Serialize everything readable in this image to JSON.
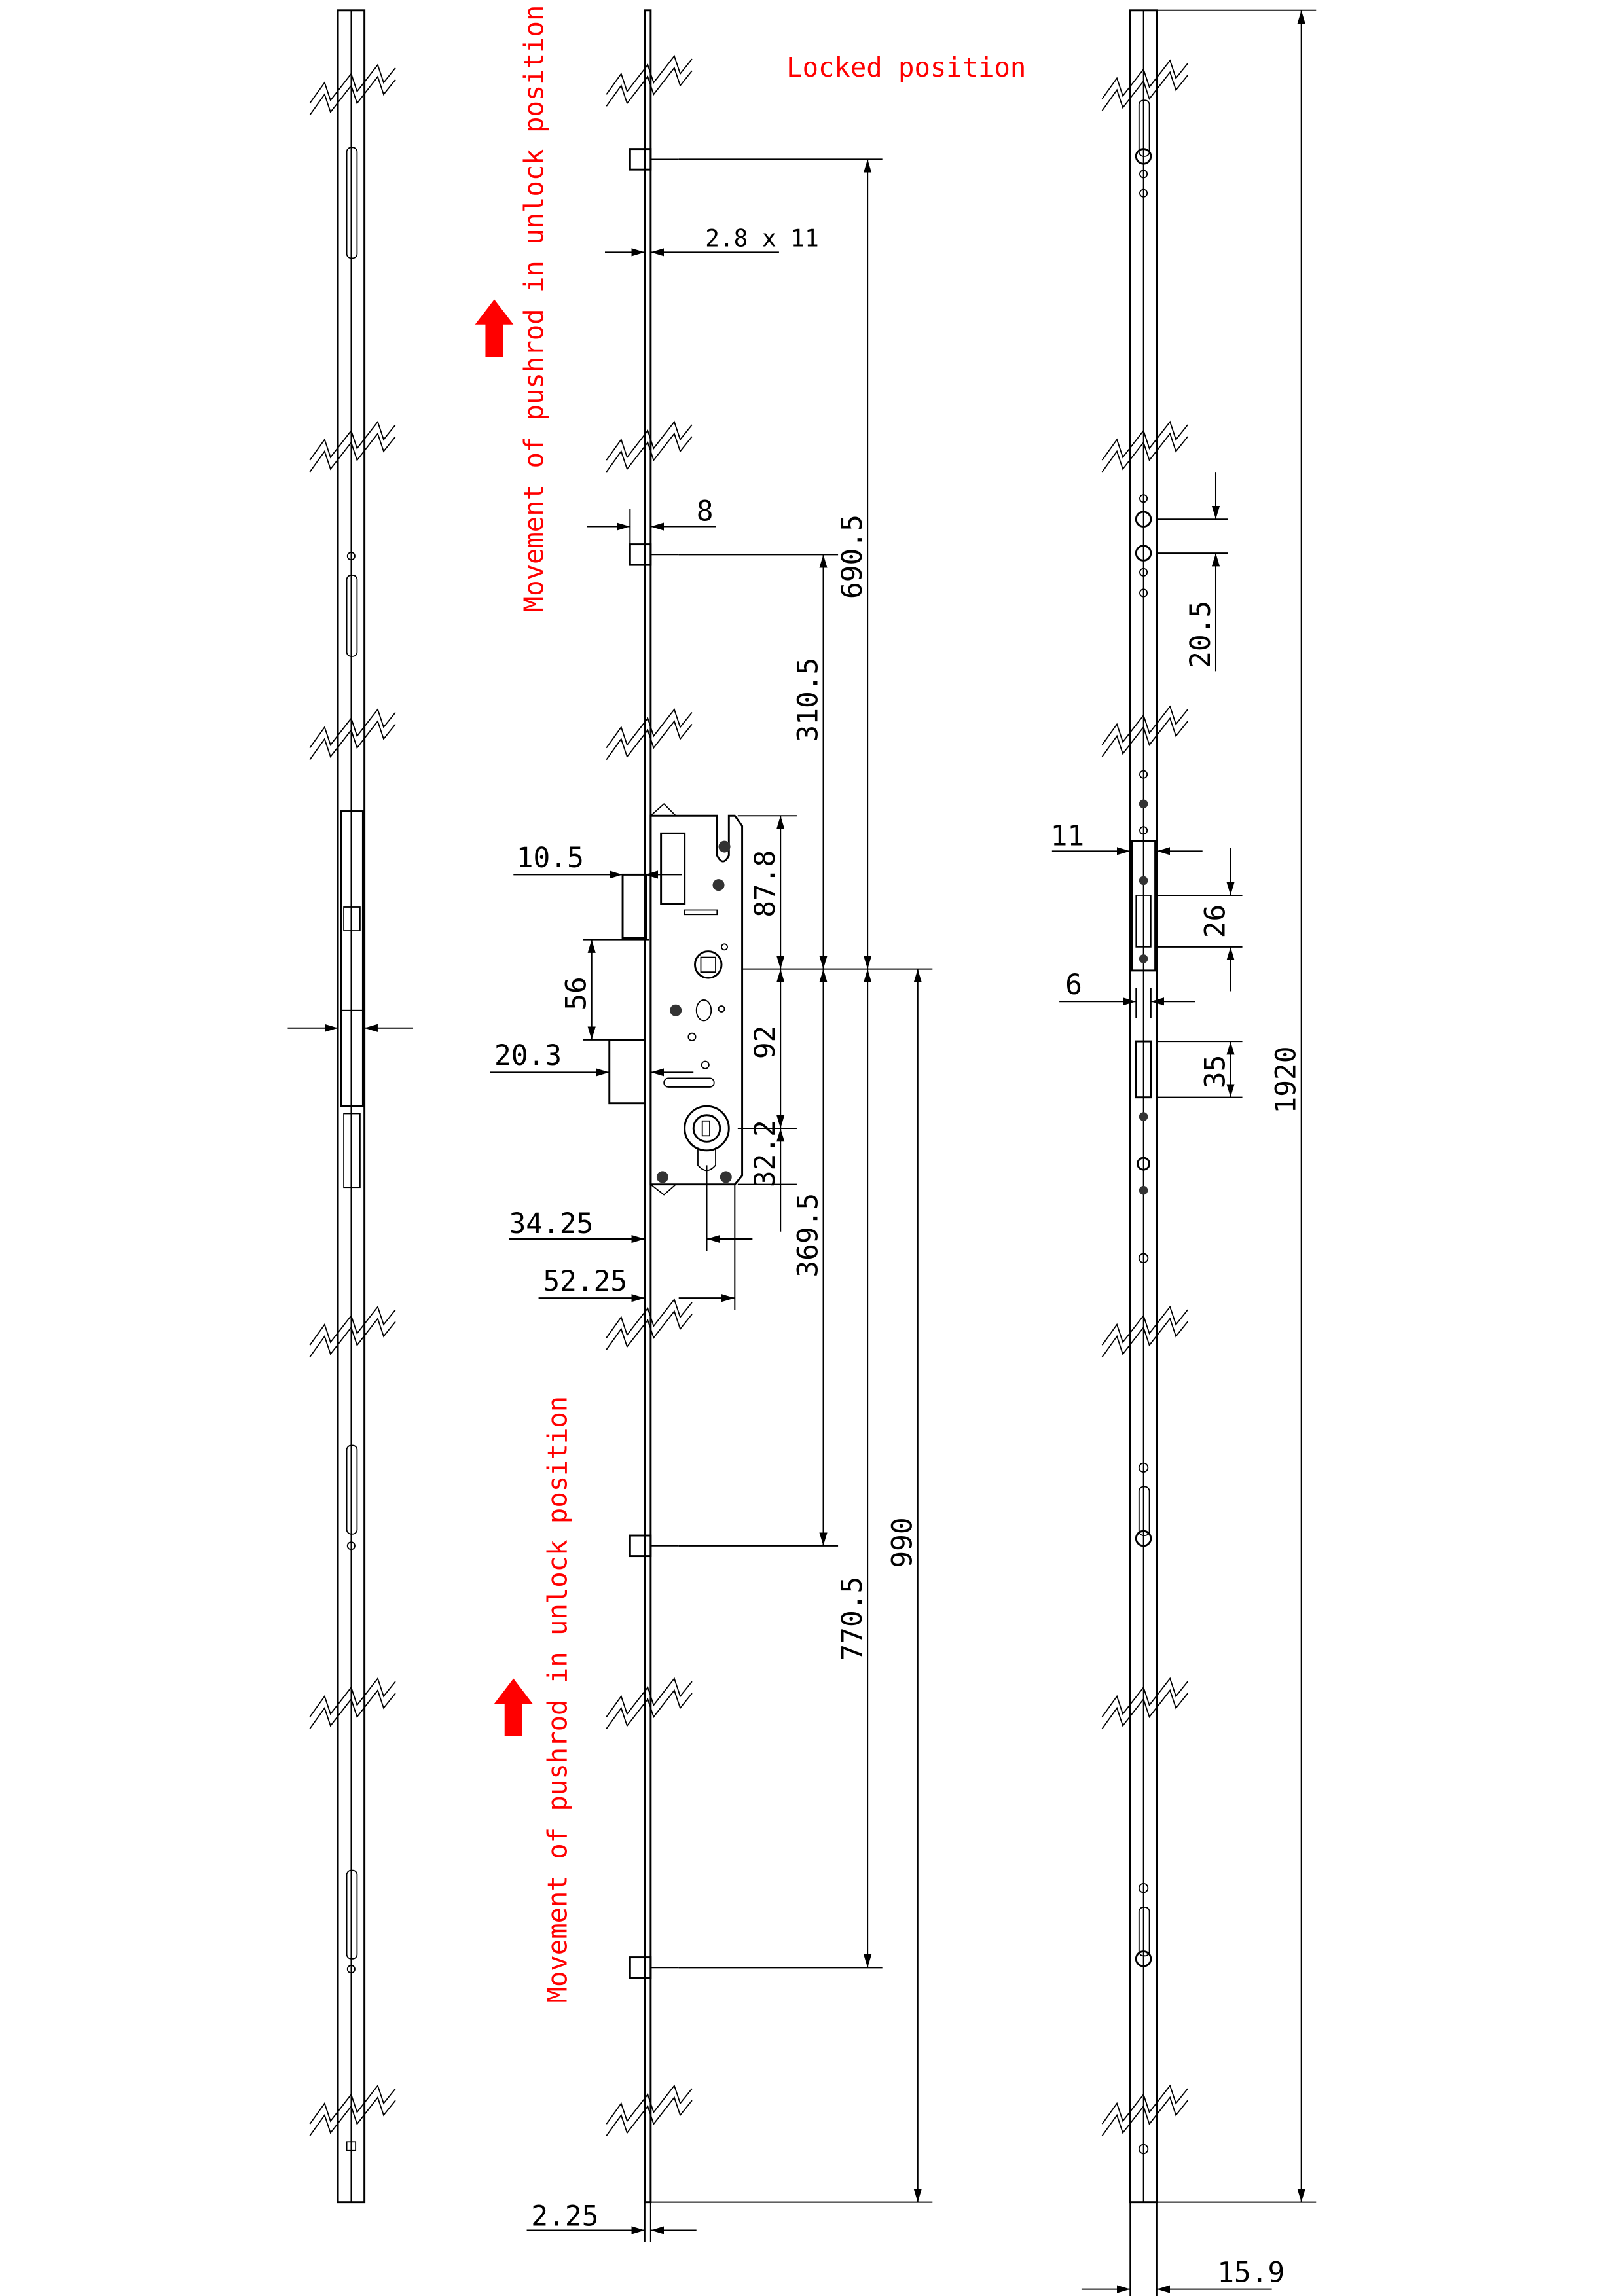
{
  "title": "Locked position",
  "notes": {
    "movement_top": "Movement of pushrod in unlock position",
    "movement_bottom": "Movement of pushrod in unlock position"
  },
  "colors": {
    "annotation": "#ff0000",
    "line": "#000000"
  },
  "dimensions": {
    "rod_section": "2.8 x 11",
    "d8": "8",
    "d690_5": "690.5",
    "d310_5": "310.5",
    "d87_8": "87.8",
    "d10_5": "10.5",
    "d56": "56",
    "d92": "92",
    "d20_3": "20.3",
    "d32_2": "32.2",
    "d34_25": "34.25",
    "d369_5": "369.5",
    "d52_25": "52.25",
    "d990": "990",
    "d770_5": "770.5",
    "d2_25": "2.25",
    "d20_5": "20.5",
    "d11": "11",
    "d26": "26",
    "d6": "6",
    "d35": "35",
    "d1920": "1920",
    "d15_9": "15.9"
  }
}
